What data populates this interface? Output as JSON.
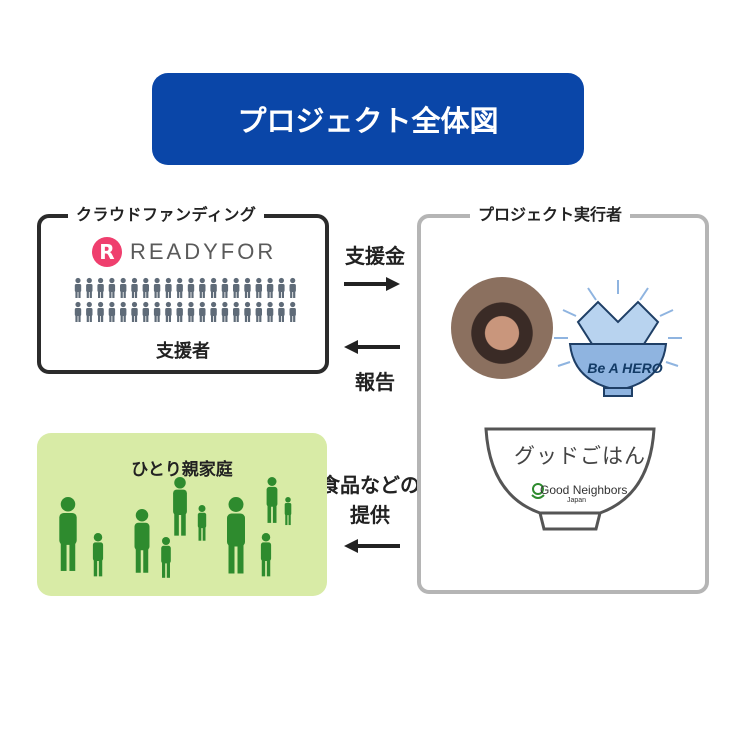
{
  "header": {
    "title": "プロジェクト全体図"
  },
  "crowdfunding": {
    "label": "クラウドファンディング",
    "platform_name": "READYFOR",
    "platform_mark": "R",
    "supporters_label": "支援者"
  },
  "executor": {
    "label": "プロジェクト実行者",
    "hero_logo_text": "Be A HERO",
    "bowl_text": "グッドごはん",
    "org_name": "Good Neighbors",
    "org_sub": "Japan"
  },
  "recipients": {
    "label": "ひとり親家庭"
  },
  "flows": {
    "funding": "支援金",
    "report": "報告",
    "food_line1": "食品などの",
    "food_line2": "提供"
  },
  "colors": {
    "title_bg": "#0a46a8",
    "readyfor_pink": "#ef3f6e",
    "family_green": "#2e8b2e",
    "family_bg": "#d8eba6",
    "crowd_gray": "#5f6b78",
    "hero_blue": "#8fb4e0"
  }
}
